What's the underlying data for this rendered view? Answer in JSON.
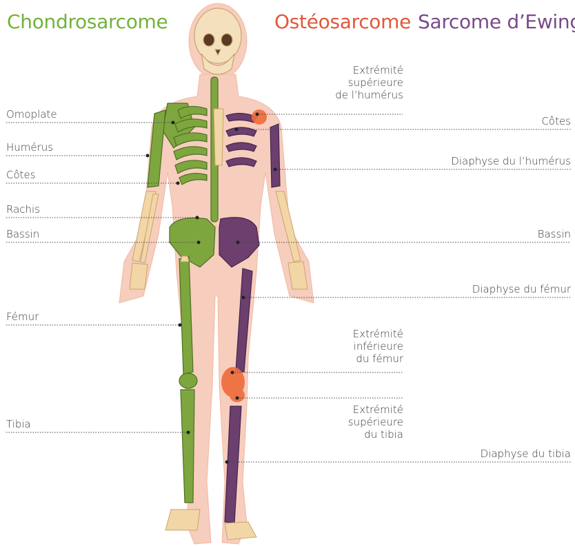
{
  "titles": {
    "chondrosarcome": "Chondrosarcome",
    "osteosarcome": "Ostéosarcome",
    "ewing": "Sarcome d’Ewing"
  },
  "colors": {
    "chondrosarcome": "#72b23a",
    "osteosarcome": "#e2573a",
    "ewing": "#7a4a8a",
    "bone": "#f2d6a6",
    "skin": "#f6c9b8"
  },
  "labels_left": {
    "omoplate": "Omoplate",
    "humerus": "Humérus",
    "cotes": "Côtes",
    "rachis": "Rachis",
    "bassin": "Bassin",
    "femur": "Fémur",
    "tibia": "Tibia"
  },
  "labels_right": {
    "ext_sup_humerus": [
      "Extrémité",
      "supérieure",
      "de l’humérus"
    ],
    "cotes": "Côtes",
    "diaphyse_humerus": "Diaphyse du l’humérus",
    "bassin": "Bassin",
    "diaphyse_femur": "Diaphyse du fémur",
    "ext_inf_femur": [
      "Extrémité",
      "inférieure",
      "du fémur"
    ],
    "ext_sup_tibia": [
      "Extrémité",
      "supérieure",
      "du tibia"
    ],
    "diaphyse_tibia": "Diaphyse du tibia"
  }
}
